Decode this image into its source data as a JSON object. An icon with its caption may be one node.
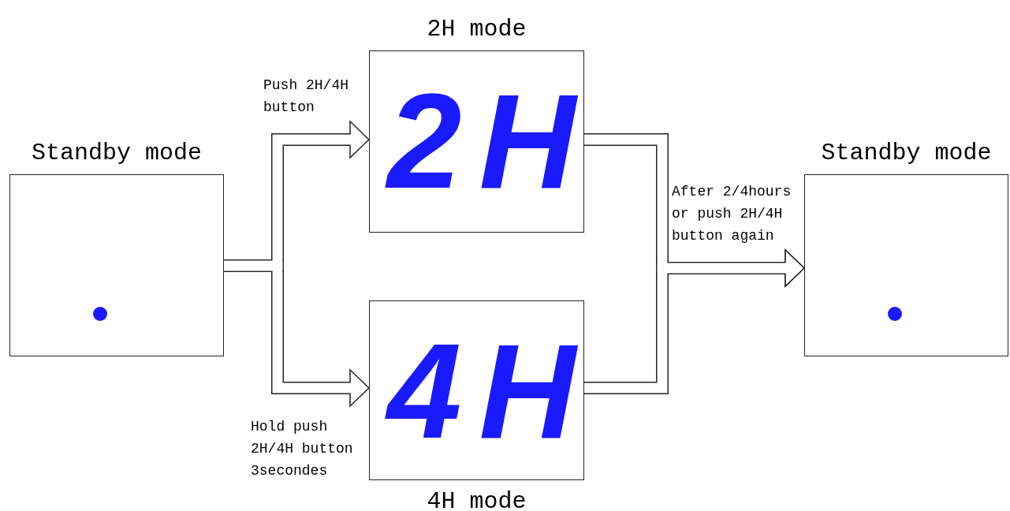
{
  "diagram": {
    "nodes": [
      {
        "text": [
          "Standby mode"
        ]
      },
      {
        "text": [
          "2H mode",
          "2H"
        ]
      },
      {
        "text": [
          "4H",
          "4H mode"
        ]
      },
      {
        "text": [
          "Standby mode"
        ]
      }
    ],
    "edges": [
      {
        "from": 0,
        "to": 1,
        "arrow": "to",
        "label": "Push 2H/4H button"
      },
      {
        "from": 0,
        "to": 2,
        "arrow": "to",
        "label": "Hold push 2H/4H button 3secondes"
      },
      {
        "from": 1,
        "to": 3,
        "arrow": "to",
        "label": "After 2/4hours or push 2H/4H button again"
      },
      {
        "from": 2,
        "to": 3,
        "arrow": "to"
      }
    ]
  }
}
